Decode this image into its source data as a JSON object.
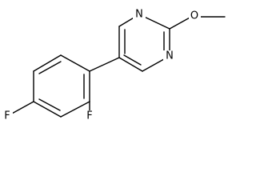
{
  "molecule": {
    "atoms": {
      "n_top": "N",
      "n_bottom": "N",
      "o_methoxy": "O",
      "f_para": "F",
      "f_ortho": "F"
    }
  }
}
